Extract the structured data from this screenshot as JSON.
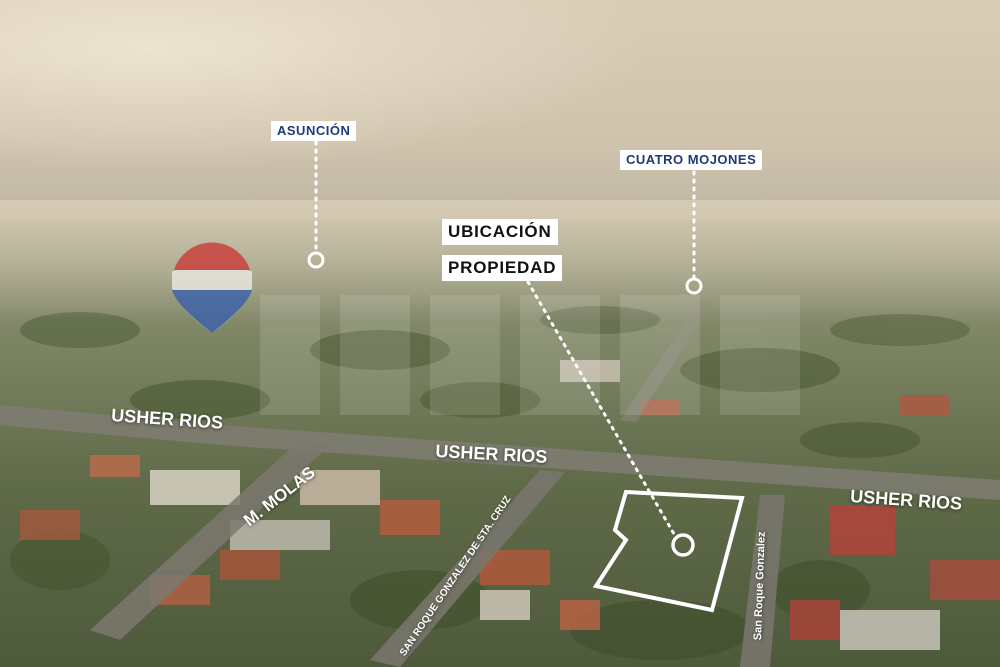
{
  "labels": {
    "asuncion": "ASUNCIÓN",
    "cuatro_mojones": "CUATRO MOJONES",
    "ubicacion": "UBICACIÓN",
    "propiedad": "PROPIEDAD"
  },
  "streets": {
    "usher_rios_left": "USHER RIOS",
    "usher_rios_center": "USHER RIOS",
    "usher_rios_right": "USHER RIOS",
    "m_molas": "M. MOLAS",
    "san_roque_sta_cruz": "SAN ROQUE GONZALEZ DE STA. CRUZ",
    "san_roque_gonzalez": "San Roque Gonzalez"
  },
  "colors": {
    "label_text": "#1f3a78",
    "sky": "#d8cbb4",
    "outline": "#ffffff"
  }
}
